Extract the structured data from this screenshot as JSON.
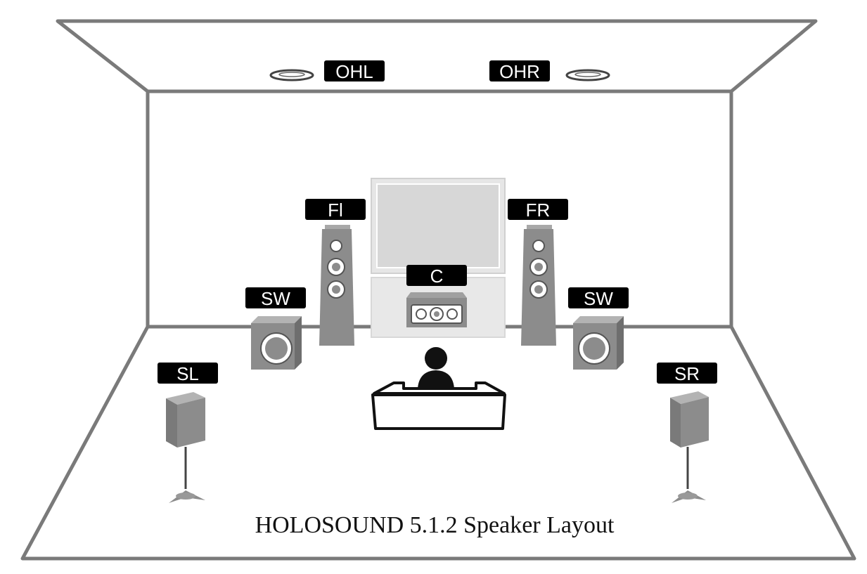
{
  "diagram": {
    "caption": "HOLOSOUND 5.1.2 Speaker Layout",
    "labels": {
      "ohl": "OHL",
      "ohr": "OHR",
      "fl": "Fl",
      "fr": "FR",
      "c": "C",
      "sw_left": "SW",
      "sw_right": "SW",
      "sl": "SL",
      "sr": "SR"
    }
  },
  "colors": {
    "room_line": "#7a7a7a",
    "speaker": "#8c8c8c",
    "screen": "#d9d9d9",
    "label_bg": "#000000",
    "label_text": "#ffffff"
  }
}
